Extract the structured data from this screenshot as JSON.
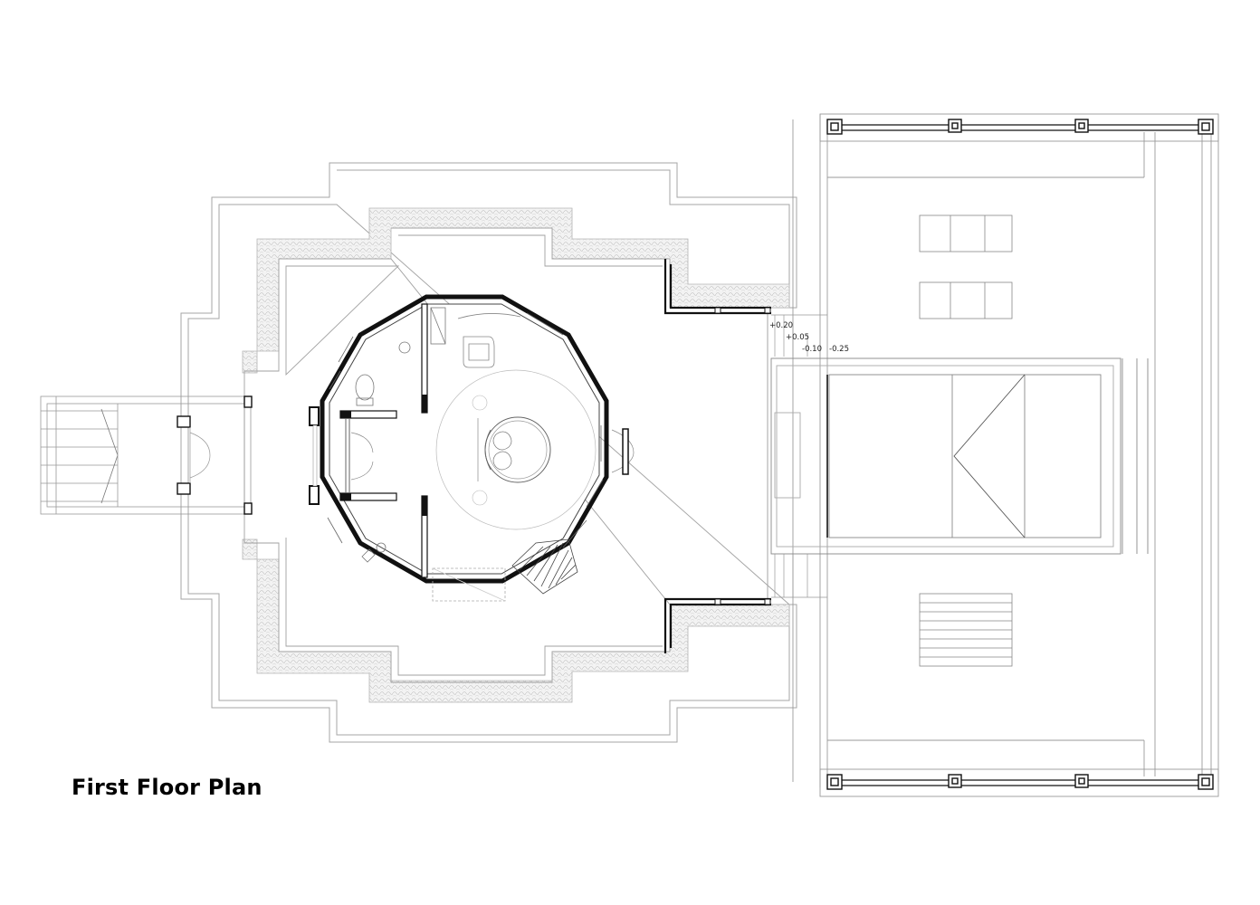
{
  "title": "First Floor Plan",
  "levels": {
    "l1": "+0.20",
    "l2": "+0.05",
    "l3": "-0.10",
    "l4": "-0.25"
  },
  "colors": {
    "background": "#ffffff",
    "wall": "#111111",
    "outline": "#9a9a9a",
    "hatch": "#c9c9c9"
  }
}
